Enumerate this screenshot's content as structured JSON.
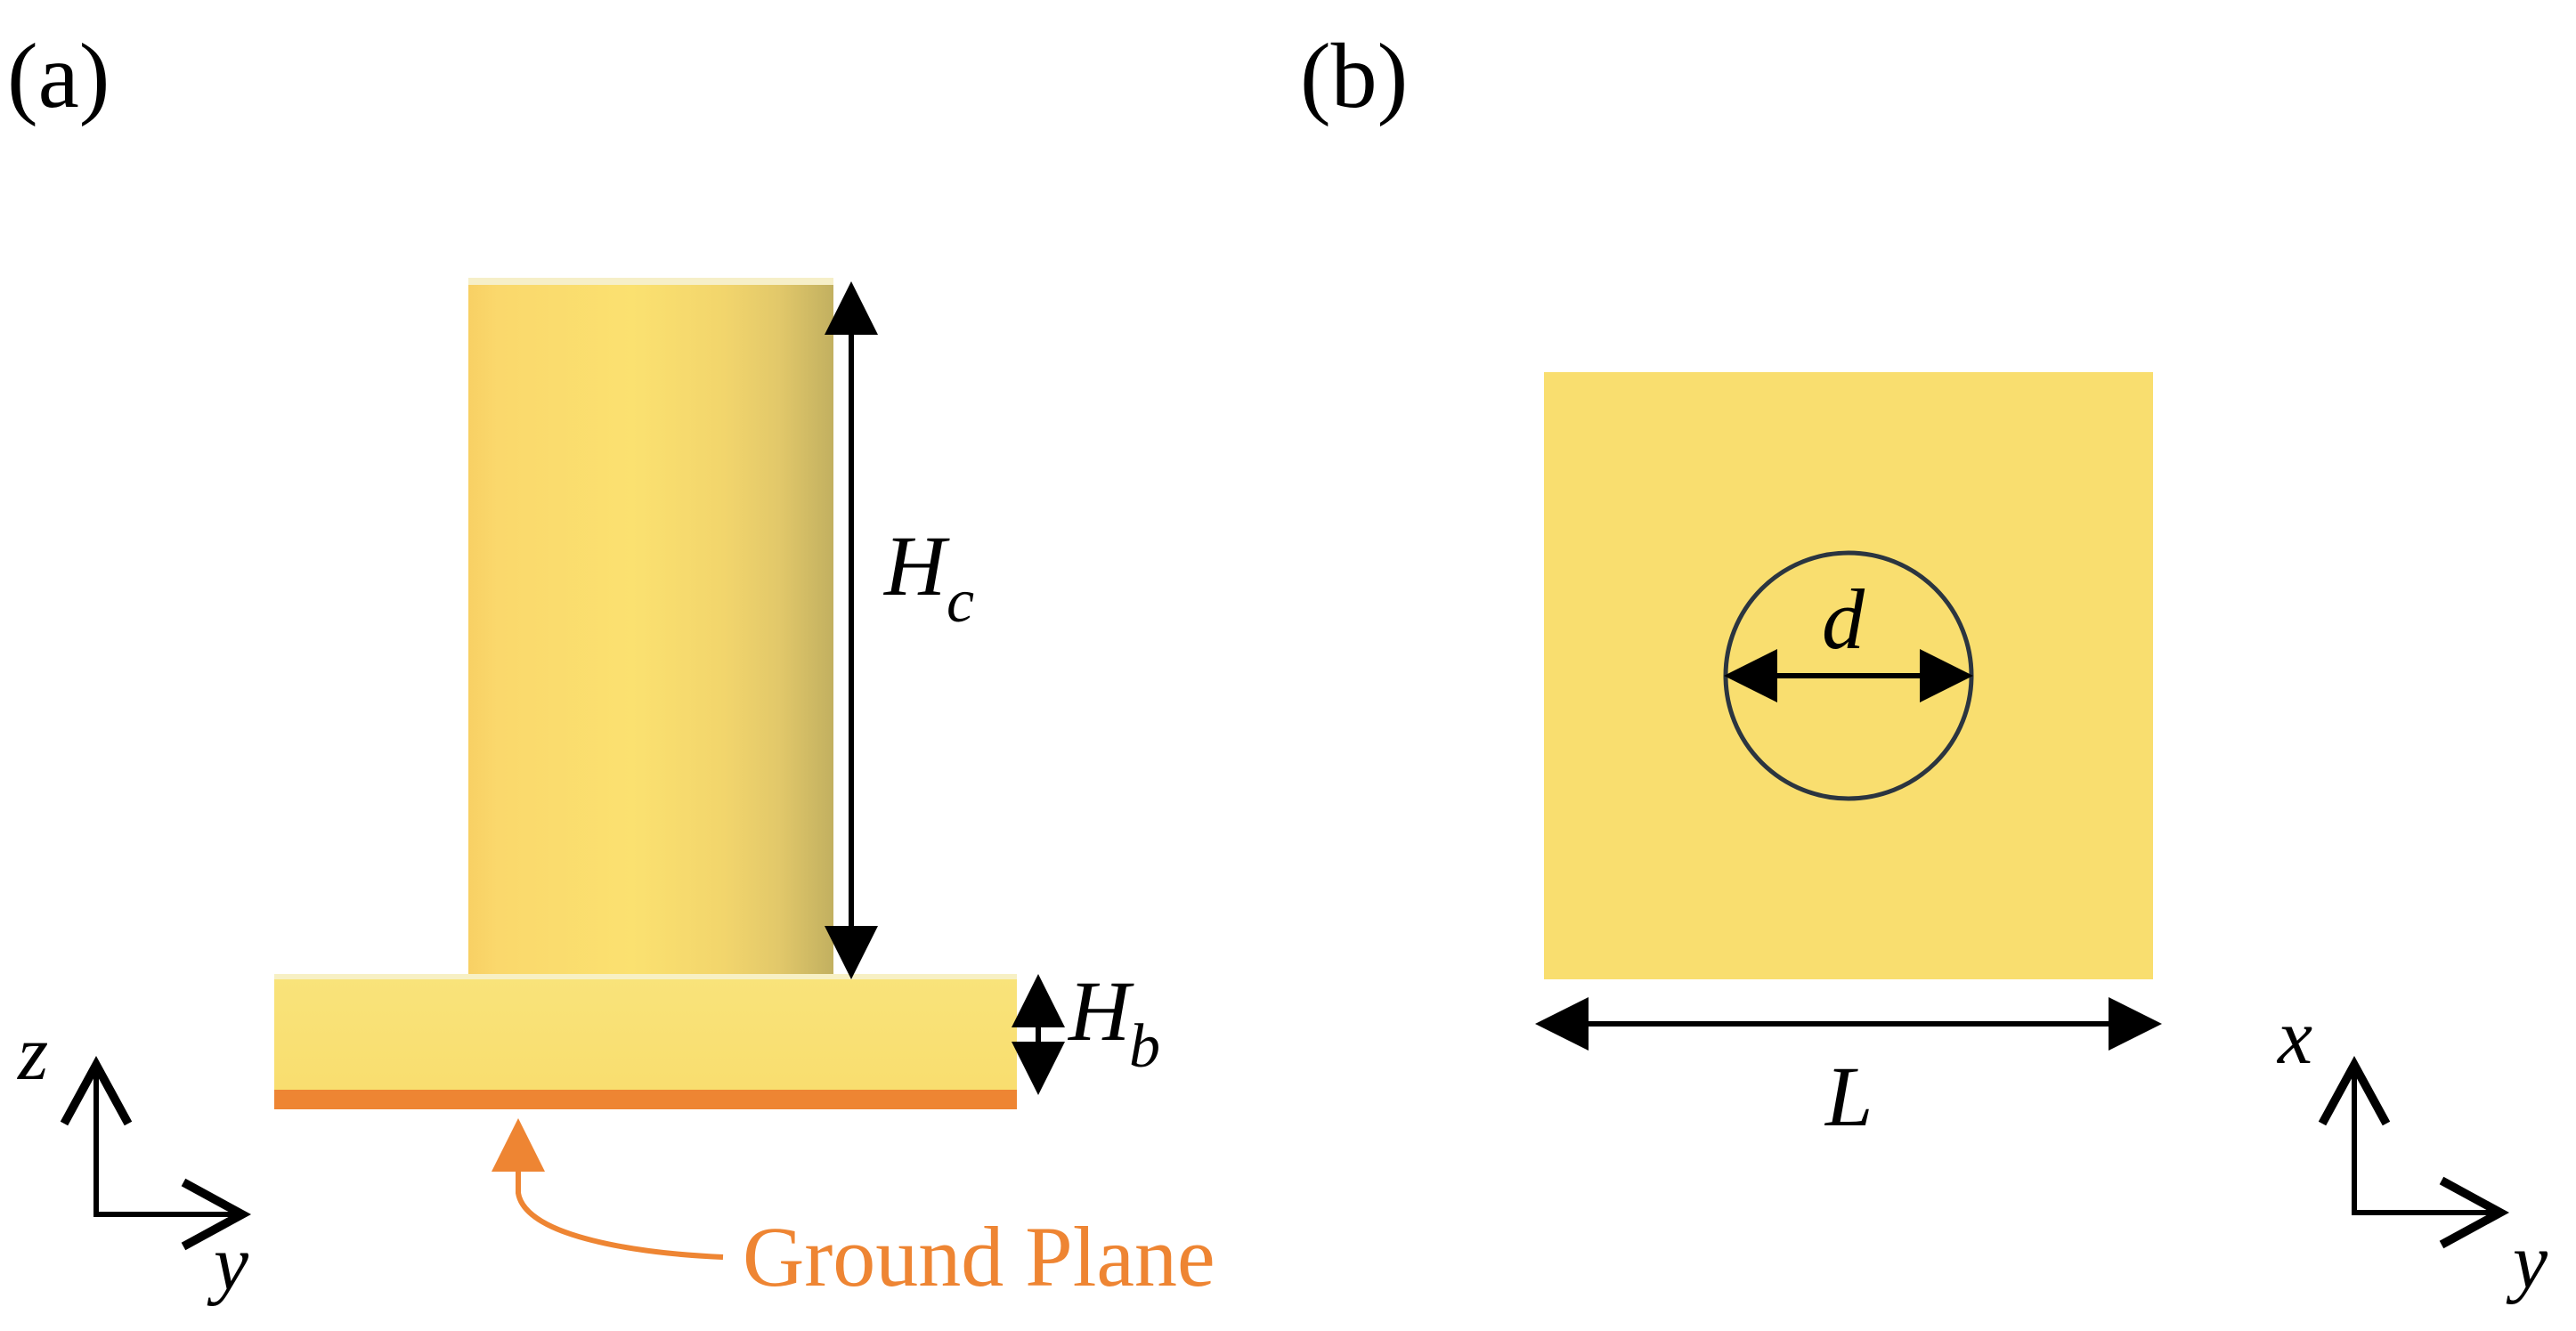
{
  "panels": {
    "a": {
      "label": "(a)"
    },
    "b": {
      "label": "(b)"
    }
  },
  "dimensions": {
    "cylinder_height": {
      "symbol": "H",
      "subscript": "c"
    },
    "base_height": {
      "symbol": "H",
      "subscript": "b"
    },
    "diameter": {
      "symbol": "d"
    },
    "length": {
      "symbol": "L"
    }
  },
  "axes": {
    "side_view": {
      "vertical": "z",
      "horizontal": "y"
    },
    "top_view": {
      "vertical": "x",
      "horizontal": "y"
    }
  },
  "callout": {
    "text": "Ground Plane"
  },
  "colors": {
    "gold": "#F9DE6F",
    "gold_dark": "#C9B060",
    "ground": "#EE8533",
    "outline": "#2B3540",
    "ink": "#000000"
  }
}
